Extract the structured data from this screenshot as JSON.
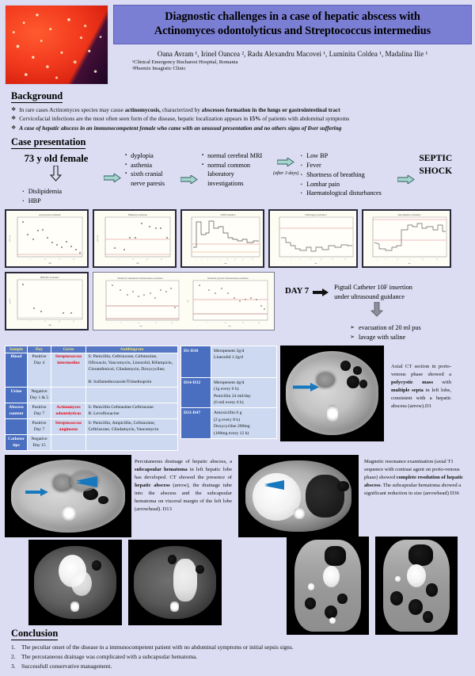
{
  "header": {
    "title_line1": "Diagnostic challenges in a case of hepatic abscess with",
    "title_line2": "Actinomyces odontolyticus and Streptococcus intermedius",
    "authors": "Oana Avram ¹, Irinel Oancea ², Radu Alexandru Macovei ¹, Luminita Coldea ¹, Madalina Ilie ¹",
    "affiliation1": "¹Clinical Emergency Bucharest Hospital, Romania",
    "affiliation2": "²Phoenix Imagistic Clinic",
    "title_bg": "#7b7fd4"
  },
  "background": {
    "heading": "Background",
    "items": [
      {
        "pre": "In rare cases Actinomyces species may cause ",
        "bold1": "actinomycosis,",
        "mid": " characterized by ",
        "bold2": "abscesses formation in the lungs or gastrointestinal tract",
        "post": ""
      },
      {
        "pre": "Cervicofacial infections are the most often seen form of the disease, hepatic localization appears in ",
        "bold1": "15%",
        "mid": " of patients with abdominal symptoms",
        "bold2": "",
        "post": ""
      },
      {
        "pre": "",
        "bold1": "",
        "mid": "",
        "bold2": "",
        "post": "A case of hepatic abscess in an immunocompetent female who came with an unusual presentation and no others signs of liver suffering"
      }
    ]
  },
  "case": {
    "heading": "Case presentation",
    "patient": "73 y old female",
    "history": [
      "Dislipidemia",
      "HBP"
    ],
    "symptoms": [
      "dyplopia",
      "asthenia",
      "sixth cranial nerve paresis"
    ],
    "investigations": [
      "normal cerebral MRI",
      "normal common laboratory investigations"
    ],
    "after_label": "(after 3 days)",
    "deterioration": [
      "Low BP",
      "Fever",
      "Shortness of breathing",
      "Lombar pain",
      "Haematological disturbances"
    ],
    "outcome_line1": "SEPTIC",
    "outcome_line2": "SHOCK"
  },
  "day7": {
    "label": "DAY 7",
    "procedure_line1": "Pigtail Catheter 10F insertion",
    "procedure_line2": "under ultrasound guidance",
    "results": [
      "evacuation of 20 ml pus",
      "lavage with saline"
    ]
  },
  "micro_table": {
    "headers": [
      "Sample",
      "Day",
      "Germ",
      "Antibiogram"
    ],
    "rows": [
      {
        "sample": "Blood",
        "day": "Positive Day 4",
        "germ": "Streptococcus intermedius",
        "antibiogram": "S: Penicillin, Ceftriaxone, Cefotaxime, Ofloxacin, Vancomycin, Linezolid, Rifampicin, Cloramfenicol, Clindamycin, Doxycycline;\n\nR: Sulfamethoxazole/Trimethoprim"
      },
      {
        "sample": "Urine",
        "day": "Negative Day 1 & 5",
        "germ": "",
        "antibiogram": ""
      },
      {
        "sample": "Abscess content",
        "day": "Positive Day 7",
        "germ": "Actinomyces odontolyticus",
        "antibiogram": "S: Penicillin Cefotasime Ceftriaxone\nR: Levofloxacine"
      },
      {
        "sample": "",
        "day": "Positive Day 7",
        "germ": "Streptococcus anginosus",
        "antibiogram": "S: Penicillin, Ampicillin, Cefotaxime, Ceftriaxone, Clindamycin, Vancomycin"
      },
      {
        "sample": "Catheter tips",
        "day": "Negative Day 15",
        "germ": "",
        "antibiogram": ""
      }
    ]
  },
  "abx_table": {
    "rows": [
      {
        "period": "D1-D10",
        "regimen": "Meropenem 3g/d\nLinezolid 1.2g/d"
      },
      {
        "period": "D14-D32",
        "regimen": "Meropenem 4g/d\n(1g every 6 h)\nPenicillin 24 mil/day\n(6 mil every 6 h)"
      },
      {
        "period": "D33-D47",
        "regimen": "Amoxicillin 6 g\n(2 g every 8 h)\nDoxycycline 200mg\n (100mg every 12 h)"
      }
    ]
  },
  "captions": {
    "ct_d1": {
      "p1": "Axial CT section in porto-venous phase showed a ",
      "b1": "polycystic mass",
      "p2": " with ",
      "b2": "multiple septa",
      "p3": " in left lobe, consistent with a hepatic abscess (arrow).D1"
    },
    "ct_d13": {
      "p1": "Percutaneous drainage of hepatic abscess, a ",
      "b1": "subcapsular hematoma",
      "p2": " in left hepatic lobe has developed. CT showed the presence of ",
      "b2": "hepatic abscess",
      "p3": " (arrow), the drainage tube into the abscess and the subcapsular hematoma on visceral margin of the left lobe (arrowhead). D13"
    },
    "mri_d36": {
      "p1": "Magnetic resonance examination (axial T1 sequence with contrast agent on porto-venous phase) showed ",
      "b1": "complete resolution of hepatic abscess",
      "p2": ". The subcapsular hematoma showed a significant reduction in size (arrowhead) D36",
      "b2": "",
      "p3": ""
    }
  },
  "conclusion": {
    "heading": "Conclusion",
    "items": [
      {
        "num": "1.",
        "text": "The peculiar onset of the disease in a immunocompetent patient with no abdominal symptoms or initial sepsis signs."
      },
      {
        "num": "2.",
        "text": "The percutaneous drainage was complicated with a subcapsular hematoma."
      },
      {
        "num": "3.",
        "text": "Successfull conservative management."
      }
    ]
  },
  "chart_data": [
    {
      "type": "scatter",
      "title": "Leucocytes evolution",
      "xlabel": "day",
      "ylabel": "x10^3/uL",
      "x": [
        1,
        3,
        5,
        7,
        9,
        11,
        13,
        15,
        17,
        19,
        21,
        24,
        28
      ],
      "values": [
        24.5,
        15.5,
        13.0,
        14.0,
        12.0,
        9.5,
        8.5,
        7.5,
        6.5,
        6.0,
        5.5,
        5.0,
        4.5
      ],
      "ref_line": 4.0,
      "grid": false,
      "legend": "none"
    },
    {
      "type": "scatter",
      "title": "Platelets evolution",
      "xlabel": "day",
      "ylabel": "x10^3/uL",
      "x": [
        1,
        5,
        9,
        13,
        17,
        21,
        25,
        29
      ],
      "values": [
        90,
        70,
        180,
        300,
        260,
        230,
        250,
        170
      ],
      "ref_line": 150,
      "grid": false,
      "legend": "none"
    },
    {
      "type": "line",
      "title": "CRP evolution",
      "xlabel": "day",
      "ylabel": "mg/L",
      "x": [
        1,
        2,
        3,
        4,
        5,
        6,
        7,
        8,
        9,
        10,
        11,
        12,
        13,
        14,
        15,
        16,
        17,
        18,
        19,
        20,
        21,
        22
      ],
      "values": [
        30,
        32,
        240,
        235,
        120,
        115,
        118,
        230,
        228,
        150,
        148,
        180,
        178,
        90,
        88,
        60,
        58,
        55,
        52,
        50,
        48,
        46
      ],
      "ref_line": 5,
      "grid": false,
      "legend": "none"
    },
    {
      "type": "line",
      "title": "Fibrinogen evolution",
      "xlabel": "day",
      "ylabel": "mg/dL",
      "x": [
        1,
        3,
        5,
        7,
        9,
        11,
        13,
        15,
        17,
        19,
        21,
        23,
        25,
        27,
        29,
        31,
        33
      ],
      "values": [
        600,
        640,
        700,
        690,
        660,
        640,
        600,
        560,
        520,
        500,
        480,
        460,
        450,
        440,
        430,
        420,
        410
      ],
      "ref_line": 400,
      "grid": false,
      "legend": "none"
    },
    {
      "type": "line",
      "title": "Hemoglobin evolution",
      "xlabel": "day",
      "ylabel": "g/dL",
      "x": [
        1,
        3,
        5,
        7,
        9,
        11,
        13,
        15,
        17,
        19,
        21,
        23,
        25,
        27,
        29,
        31,
        33,
        35,
        37
      ],
      "values": [
        10.5,
        9.8,
        9.2,
        8.6,
        8.2,
        8.0,
        7.8,
        7.6,
        7.5,
        7.4,
        7.3,
        7.2,
        7.1,
        7.0,
        7.2,
        7.5,
        7.6,
        7.4,
        7.8
      ],
      "ref_line": 12,
      "grid": false,
      "legend": "none"
    },
    {
      "type": "line",
      "title": "Creatinine evolution",
      "xlabel": "day",
      "ylabel": "mg/dL",
      "x": [
        1,
        3,
        5,
        7,
        9,
        11,
        13,
        15,
        17,
        19,
        21,
        23,
        25,
        27,
        29,
        31,
        33,
        35
      ],
      "values": [
        0.6,
        0.55,
        0.5,
        0.52,
        0.6,
        1.5,
        1.7,
        1.65,
        1.6,
        1.7,
        1.55,
        1.5,
        1.58,
        1.6,
        1.52,
        1.55,
        1.6,
        1.45
      ],
      "ref_line": 1.1,
      "grid": false,
      "legend": "none"
    },
    {
      "type": "scatter",
      "title": "Bilirubin evolution",
      "xlabel": "day",
      "ylabel": "mg/dL",
      "x": [
        1,
        9,
        13,
        22,
        26
      ],
      "values": [
        4.2,
        1.0,
        0.8,
        0.6,
        0.6
      ],
      "ref_line": 1.2,
      "grid": false,
      "legend": "none"
    },
    {
      "type": "scatter",
      "title": "Glutamic oxaloacetic transaminase evolution",
      "xlabel": "day",
      "ylabel": "U/L",
      "x": [
        1,
        3,
        5,
        7,
        9,
        11,
        13,
        15,
        17,
        19,
        21,
        24,
        28
      ],
      "values": [
        120,
        100,
        88,
        95,
        80,
        75,
        70,
        62,
        60,
        55,
        50,
        45,
        20
      ],
      "ref_line": 35,
      "grid": false,
      "legend": "none"
    },
    {
      "type": "scatter",
      "title": "Glutamic pyruvic transaminase evolution",
      "xlabel": "day",
      "ylabel": "U/L",
      "x": [
        1,
        3,
        5,
        7,
        9,
        11,
        13,
        15,
        17,
        19,
        21,
        24,
        28
      ],
      "values": [
        115,
        95,
        85,
        90,
        78,
        70,
        62,
        58,
        55,
        58,
        50,
        38,
        30
      ],
      "ref_line": 45,
      "grid": false,
      "legend": "none"
    }
  ]
}
